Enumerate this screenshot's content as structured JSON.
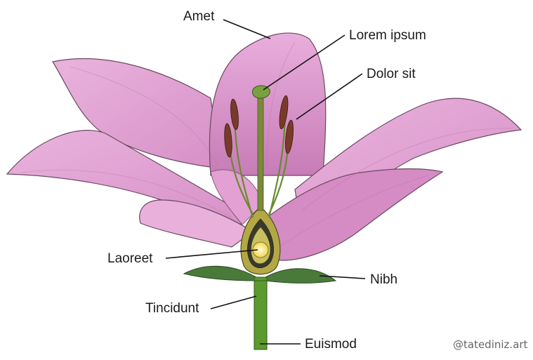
{
  "labels": {
    "amet": "Amet",
    "lorem_ipsum": "Lorem ipsum",
    "dolor_sit": "Dolor sit",
    "laoreet": "Laoreet",
    "nibh": "Nibh",
    "tincidunt": "Tincidunt",
    "euismod": "Euismod"
  },
  "credit": "@tatediniz.art",
  "colors": {
    "petal": "#e7a8d9",
    "petal_dark": "#c979b6",
    "petal_outline": "#6a4a5f",
    "stem": "#4f8a2a",
    "sepal": "#4a7a3a",
    "anther": "#7a3a2a",
    "ovary": "#b3a844",
    "ovule": "#f5e36a"
  }
}
